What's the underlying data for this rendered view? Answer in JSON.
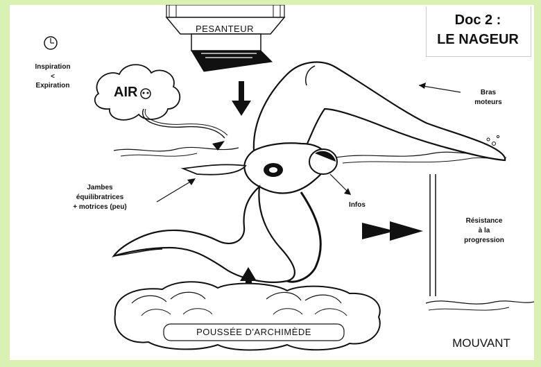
{
  "document": {
    "title_line1": "Doc 2 :",
    "title_line2": "LE NAGEUR"
  },
  "labels": {
    "pesanteur": "PESANTEUR",
    "air": "AIR",
    "inspiration": "Inspiration",
    "less_than": "<",
    "expiration": "Expiration",
    "bras_line1": "Bras",
    "bras_line2": "moteurs",
    "jambes_line1": "Jambes",
    "jambes_line2": "équilibratrices",
    "jambes_line3": "+ motrices (peu)",
    "infos": "Infos",
    "resistance_line1": "Résistance",
    "resistance_line2": "à la",
    "resistance_line3": "progression",
    "poussee": "POUSSÉE D'ARCHIMÈDE",
    "mouvant": "MOUVANT"
  },
  "colors": {
    "frame": "#d9f2b4",
    "ink": "#111111",
    "paper": "#ffffff"
  },
  "icons": [
    "clock-icon",
    "cloud-icon",
    "pesanteur-weight-icon",
    "down-arrow-icon",
    "up-arrow-icon",
    "right-arrow-icon",
    "swimmer-figure",
    "water-surface",
    "archimedes-cushion",
    "resistance-wall"
  ]
}
